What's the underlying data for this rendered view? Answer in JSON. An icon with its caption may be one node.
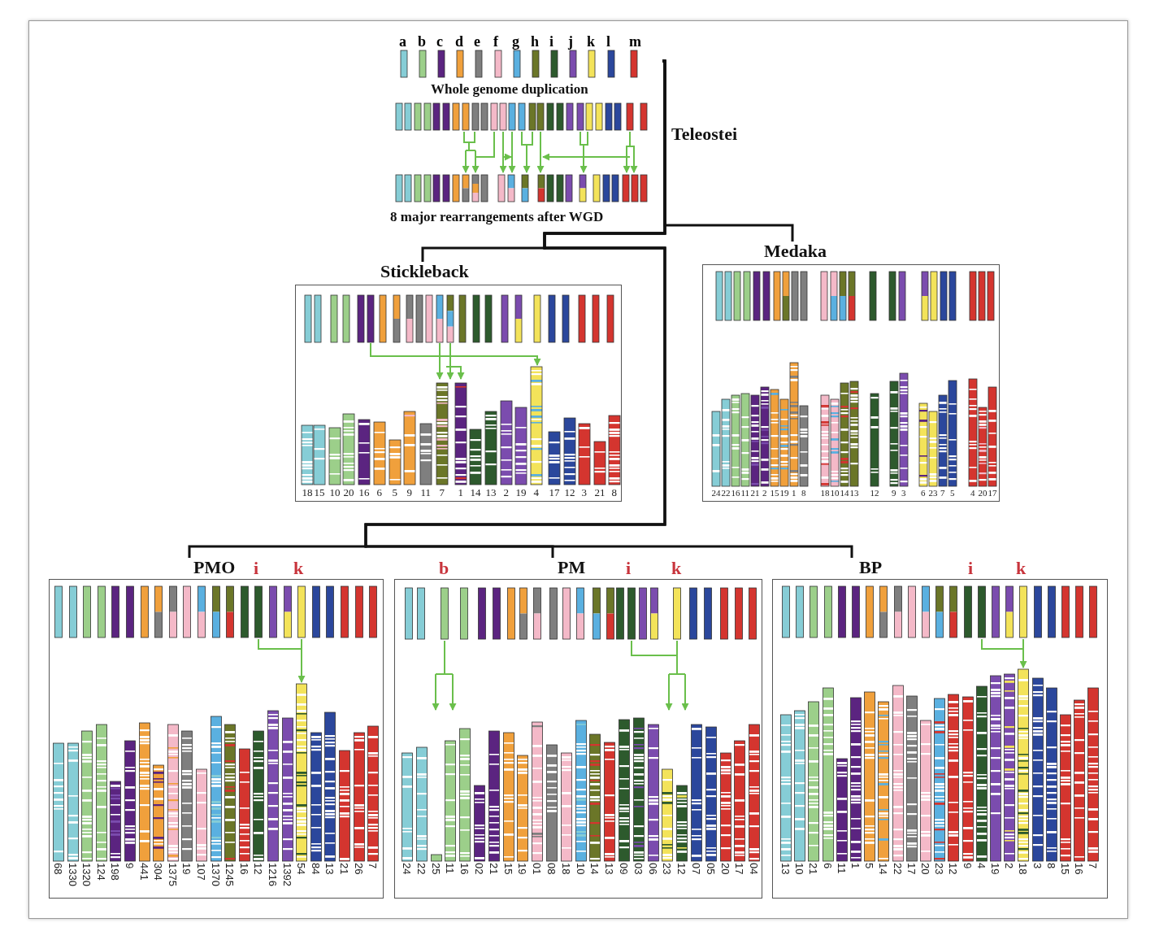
{
  "diagram": {
    "nodes": [
      {
        "text": [
          "Whole genome duplication",
          "8 major rearrangements after WGD"
        ],
        "beside": [
          "a",
          "b",
          "c",
          "d",
          "e",
          "f",
          "g",
          "h",
          "i",
          "j",
          "k",
          "l",
          "m"
        ]
      },
      {
        "text": [
          "Stickleback"
        ]
      },
      {
        "text": [
          "Medaka"
        ]
      },
      {
        "text": [
          "PMO"
        ]
      },
      {
        "text": [
          "PM"
        ]
      },
      {
        "text": [
          "BP"
        ]
      }
    ],
    "edges": [
      {
        "from": 0,
        "to": 1,
        "arrow": "none"
      },
      {
        "from": 0,
        "to": 2,
        "arrow": "none"
      },
      {
        "from": 0,
        "to": 3,
        "arrow": "none"
      },
      {
        "from": 0,
        "to": 4,
        "arrow": "none"
      },
      {
        "from": 0,
        "to": 5,
        "arrow": "none"
      }
    ],
    "labels": [
      "Teleostei",
      "18",
      "15",
      "10",
      "20",
      "16",
      "6",
      "5",
      "9",
      "11",
      "7",
      "1",
      "14",
      "13",
      "2",
      "19",
      "4",
      "17",
      "12",
      "3",
      "21",
      "8",
      "24",
      "22",
      "16",
      "11",
      "21",
      "2",
      "15",
      "19",
      "1",
      "8",
      "18",
      "10",
      "14",
      "13",
      "12",
      "9",
      "3",
      "6",
      "23",
      "7",
      "5",
      "4",
      "20",
      "17",
      "i",
      "k",
      "68",
      "1330",
      "1320",
      "124",
      "198",
      "9",
      "441",
      "304",
      "1375",
      "19",
      "107",
      "1370",
      "1245",
      "16",
      "12",
      "1216",
      "1392",
      "54",
      "84",
      "13",
      "21",
      "26",
      "7",
      "b",
      "i",
      "k",
      "24",
      "22",
      "25",
      "11",
      "16",
      "02",
      "21",
      "15",
      "19",
      "01",
      "08",
      "18",
      "10",
      "14",
      "13",
      "09",
      "03",
      "06",
      "23",
      "12",
      "07",
      "05",
      "20",
      "17",
      "04",
      "i",
      "k",
      "13",
      "10",
      "21",
      "6",
      "11",
      "1",
      "5",
      "14",
      "22",
      "17",
      "20",
      "23",
      "12",
      "9",
      "4",
      "19",
      "2",
      "18",
      "3",
      "8",
      "15",
      "16",
      "7"
    ]
  }
}
